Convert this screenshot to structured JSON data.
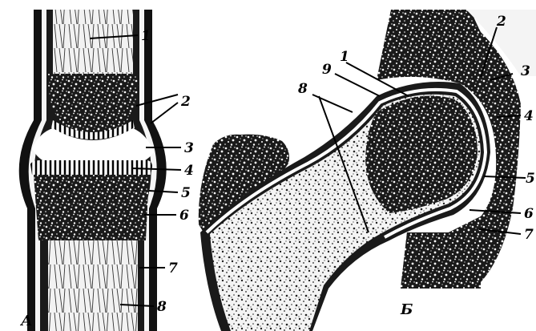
{
  "panels": [
    {
      "id": "A",
      "letter": "А",
      "labels": [
        "1",
        "2",
        "3",
        "4",
        "5",
        "6",
        "7",
        "8"
      ]
    },
    {
      "id": "B",
      "letter": "Б",
      "labels": [
        "1",
        "2",
        "3",
        "4",
        "5",
        "6",
        "7",
        "8",
        "9"
      ]
    }
  ]
}
